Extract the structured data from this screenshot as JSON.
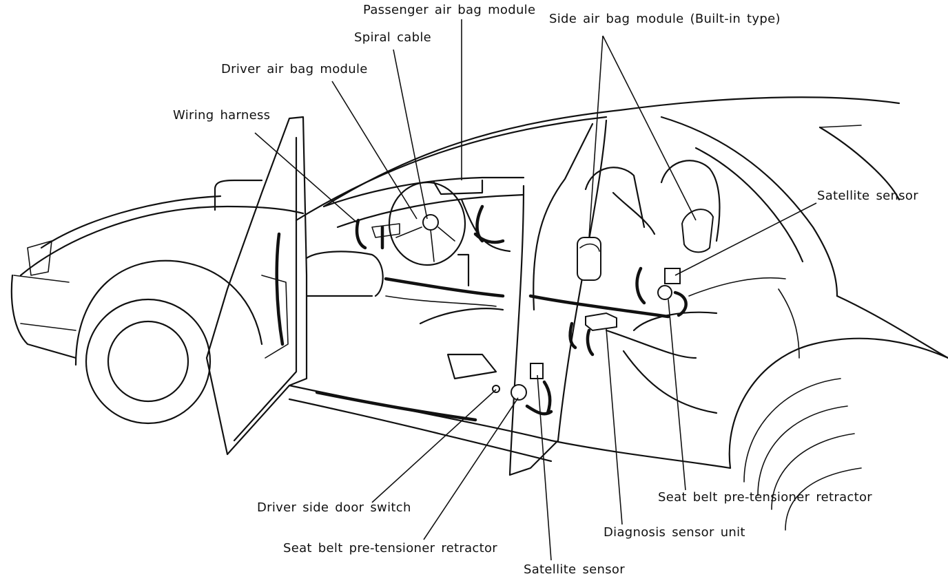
{
  "labels": {
    "passenger_air_bag_module": "Passenger air bag module",
    "side_air_bag_module": "Side air bag module (Built-in type)",
    "spiral_cable": "Spiral cable",
    "driver_air_bag_module": "Driver air bag module",
    "wiring_harness": "Wiring harness",
    "satellite_sensor_rear": "Satellite sensor",
    "seat_belt_retractor_rear": "Seat belt pre-tensioner retractor",
    "diagnosis_sensor_unit": "Diagnosis sensor unit",
    "driver_side_door_switch": "Driver side door switch",
    "seat_belt_retractor_front": "Seat belt pre-tensioner retractor",
    "satellite_sensor_bottom": "Satellite sensor"
  }
}
